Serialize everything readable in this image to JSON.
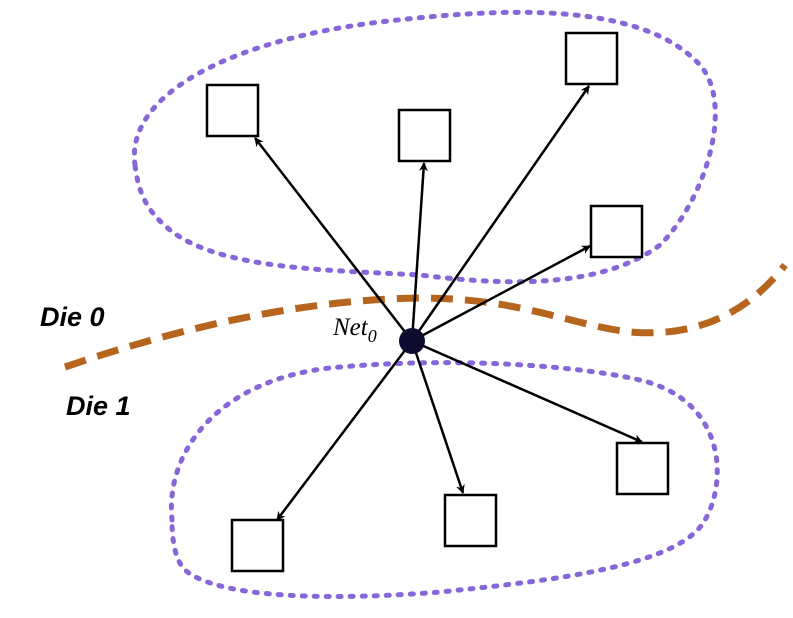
{
  "labels": {
    "die_top": "Die 0",
    "die_bottom": "Die 1",
    "net_name": "Net",
    "net_subscript": "0"
  },
  "colors": {
    "cluster_outline": "#8766d8",
    "die_boundary": "#b5651d",
    "net_node": "#0d0b2e",
    "edge": "#000000"
  },
  "diagram": {
    "type": "net fanout across die boundary",
    "source": "net",
    "cells": [
      {
        "id": "cell-die0-a",
        "die": "Die 0"
      },
      {
        "id": "cell-die0-b",
        "die": "Die 0"
      },
      {
        "id": "cell-die0-c",
        "die": "Die 0"
      },
      {
        "id": "cell-die0-d",
        "die": "Die 0"
      },
      {
        "id": "cell-die1-a",
        "die": "Die 1"
      },
      {
        "id": "cell-die1-b",
        "die": "Die 1"
      },
      {
        "id": "cell-die1-c",
        "die": "Die 1"
      }
    ]
  }
}
